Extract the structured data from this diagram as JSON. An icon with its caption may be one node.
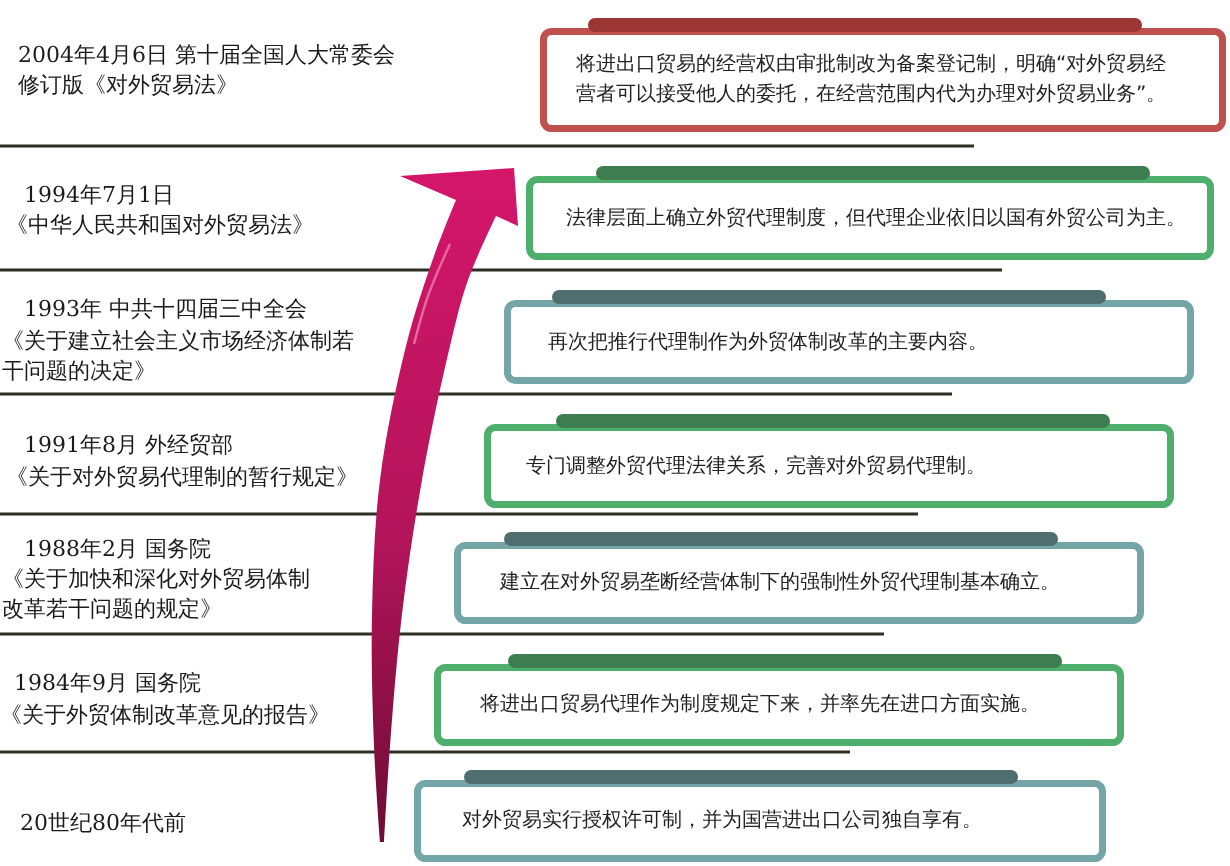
{
  "diagram": {
    "nodes": [
      {
        "text": [
          "将进出口贸易的经营权由审批制改为备案登记制，明确“对外贸易经营者可以接受他人的委托，在经营范围内代为办理对外贸易业务”。"
        ]
      },
      {
        "text": [
          "法律层面上确立外贸代理制度，但代理企业依旧以国有外贸公司为主。"
        ]
      },
      {
        "text": [
          "再次把推行代理制作为外贸体制改革的主要内容。"
        ]
      },
      {
        "text": [
          "专门调整外贸代理法律关系，完善对外贸易代理制。"
        ]
      },
      {
        "text": [
          "建立在对外贸易垄断经营体制下的强制性外贸代理制基本确立。"
        ]
      },
      {
        "text": [
          "将进出口贸易代理作为制度规定下来，并率先在进口方面实施。"
        ]
      },
      {
        "text": [
          "对外贸易实行授权许可制，并为国营进出口公司独自享有。"
        ]
      }
    ],
    "labels": [
      "2004年4月6日 第十届全国人大常委会",
      "修订版《对外贸易法》",
      "1994年7月1日",
      "《中华人民共和国对外贸易法》",
      "1993年 中共十四届三中全会",
      "《关于建立社会主义市场经济体制若干问题的决定》",
      "1991年8月 外经贸部",
      "《关于对外贸易代理制的暂行规定》",
      "1988年2月 国务院",
      "《关于加快和深化对外贸易体制改革若干问题的规定》",
      "1984年9月 国务院",
      "《关于外贸体制改革意见的报告》",
      "20世纪80年代前"
    ]
  }
}
